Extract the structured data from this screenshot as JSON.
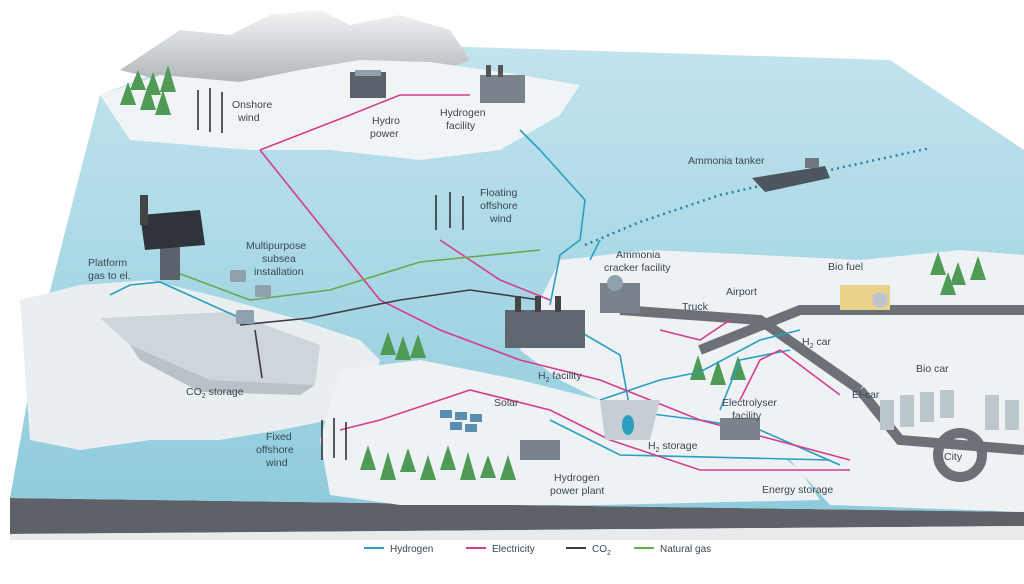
{
  "labels": {
    "onshore_wind": [
      "Onshore",
      "wind"
    ],
    "hydro_power": [
      "Hydro",
      "power"
    ],
    "hydrogen_facility": [
      "Hydrogen",
      "facility"
    ],
    "ammonia_tanker": "Ammonia tanker",
    "floating_offshore_wind": [
      "Floating",
      "offshore",
      "wind"
    ],
    "platform": [
      "Platform",
      "gas to el."
    ],
    "multipurpose": [
      "Multipurpose",
      "subsea",
      "installation"
    ],
    "co2_storage_main": "CO",
    "co2_storage_sub": "2",
    "co2_storage_rest": " storage",
    "ammonia_cracker": [
      "Ammonia",
      "cracker facility"
    ],
    "truck": "Truck",
    "airport": "Airport",
    "bio_fuel": "Bio fuel",
    "h2_car_main": "H",
    "h2_car_sub": "2",
    "h2_car_rest": " car",
    "bio_car": "Bio car",
    "h2_facility_main": "H",
    "h2_facility_sub": "2",
    "h2_facility_rest": " facility",
    "solar": "Solar",
    "el_car": "El-car",
    "electrolyser": [
      "Electrolyser",
      "facility"
    ],
    "h2_storage_main": "H",
    "h2_storage_sub": "2",
    "h2_storage_rest": " storage",
    "fixed_offshore_wind": [
      "Fixed",
      "offshore",
      "wind"
    ],
    "hydrogen_power_plant": [
      "Hydrogen",
      "power plant"
    ],
    "energy_storage": "Energy storage",
    "city": "City"
  },
  "legend": {
    "hydrogen": "Hydrogen",
    "electricity": "Electricity",
    "co2_main": "CO",
    "co2_sub": "2",
    "natural_gas": "Natural gas"
  },
  "colors": {
    "hydrogen": "#2a9fc0",
    "electricity": "#d63c8e",
    "co2": "#3d3d45",
    "natural_gas": "#6aa84f",
    "sea": "#a9d6e2",
    "land": "#eef2f4"
  }
}
